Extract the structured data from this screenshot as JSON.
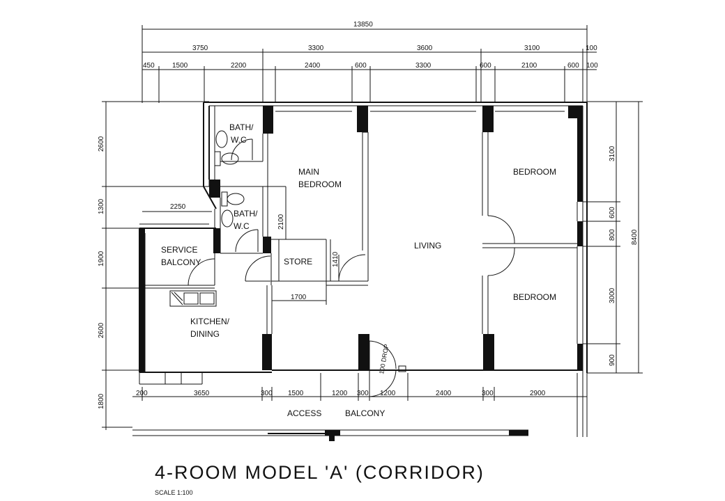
{
  "title": "4-ROOM MODEL 'A' (CORRIDOR)",
  "scale": "SCALE   1:100",
  "rooms": {
    "bath1_a": "BATH/",
    "bath1_b": "W.C",
    "bath2_a": "BATH/",
    "bath2_b": "W.C",
    "main_bed_a": "MAIN",
    "main_bed_b": "BEDROOM",
    "bedroom_top": "BEDROOM",
    "bedroom_bottom": "BEDROOM",
    "living": "LIVING",
    "store": "STORE",
    "service_a": "SERVICE",
    "service_b": "BALCONY",
    "kitchen_a": "KITCHEN/",
    "kitchen_b": "DINING",
    "access": "ACCESS",
    "balcony": "BALCONY",
    "drop": "100 DROP"
  },
  "dims": {
    "overall": "13850",
    "row1": [
      "3750",
      "3300",
      "3600",
      "3100",
      "100"
    ],
    "row2": [
      "450",
      "1500",
      "2200",
      "2400",
      "600",
      "3300",
      "600",
      "2100",
      "600",
      "100"
    ],
    "left": [
      "2600",
      "1300",
      "1900",
      "2600",
      "1800"
    ],
    "right": [
      "3100",
      "600",
      "800",
      "3000",
      "900"
    ],
    "right_total": "8400",
    "interior": [
      "2250",
      "2100",
      "1410",
      "1700"
    ],
    "bottom": [
      "200",
      "3650",
      "300",
      "1500",
      "1200",
      "300",
      "1200",
      "2400",
      "300",
      "2900"
    ]
  }
}
